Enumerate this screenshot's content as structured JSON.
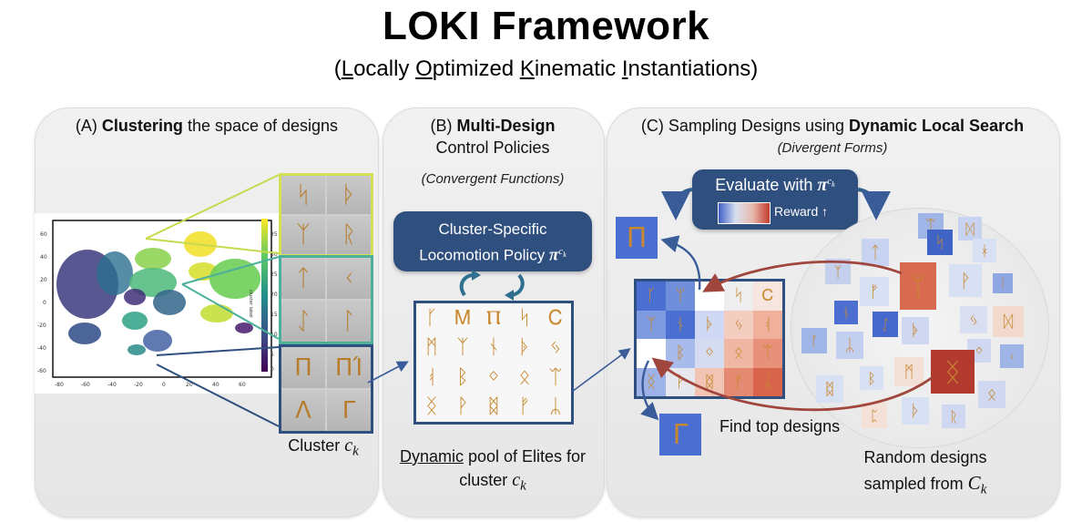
{
  "title": "LOKI Framework",
  "subtitle": {
    "open": "(",
    "l": "L",
    "l_rest": "ocally ",
    "o": "O",
    "o_rest": "ptimized ",
    "k": "K",
    "k_rest": "inematic ",
    "i": "I",
    "i_rest": "nstantiations)"
  },
  "panel_a": {
    "title_prefix": "(A) ",
    "title_bold": "Clustering",
    "title_rest": " the space of designs",
    "cluster_label": "Cluster ",
    "cluster_sym": "c",
    "cluster_sub": "k",
    "axis_x_ticks": [
      "-80",
      "-60",
      "-40",
      "-20",
      "0",
      "20",
      "40",
      "60"
    ],
    "axis_y_ticks": [
      "60",
      "40",
      "20",
      "0",
      "-20",
      "-40",
      "-60"
    ],
    "colorbar_ticks": [
      "35",
      "30",
      "25",
      "20",
      "15",
      "10",
      "5",
      "0"
    ],
    "colorbar_label": "cluster label",
    "colors": {
      "yellow_box": "#d4e157",
      "teal_box": "#4caf9a",
      "navy_box": "#2f4f7f"
    }
  },
  "panel_b": {
    "title_prefix": "(B) ",
    "title_bold": "Multi-Design",
    "title_line2": "Control Policies",
    "subtitle": "(Convergent Functions)",
    "policy_line1": "Cluster-Specific",
    "policy_line2": "Locomotion Policy ",
    "policy_sym": "π",
    "policy_sup": "c",
    "policy_sup_sub": "k",
    "pool_word": "Dynamic",
    "pool_rest": " pool of Elites for",
    "pool_line2": "cluster ",
    "pool_sym": "c",
    "pool_sub": "k"
  },
  "panel_c": {
    "title_prefix": "(C) ",
    "title_rest": "Sampling Designs using ",
    "title_bold": "Dynamic Local Search",
    "subtitle": "(Divergent Forms)",
    "eval_label": "Evaluate with ",
    "eval_sym": "π",
    "eval_sup": "c",
    "eval_sup_sub": "k",
    "reward_label": "Reward ↑",
    "find_top": "Find top designs",
    "random_line1": "Random designs",
    "random_line2": "sampled from ",
    "random_sym": "C",
    "random_sub": "k",
    "colors": {
      "accent_blue": "#2f4f7f",
      "arrow_red": "#a0463c",
      "arrow_blue": "#3a5d9a"
    }
  }
}
